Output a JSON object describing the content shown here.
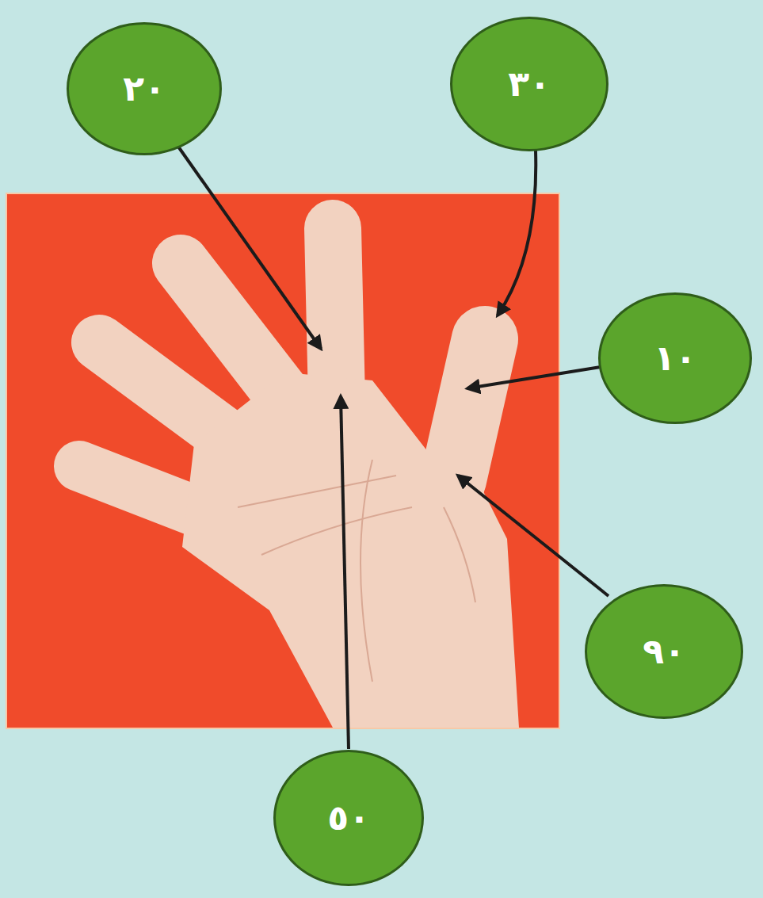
{
  "diagram": {
    "nodes": [
      {
        "text": [
          "٢٠"
        ]
      },
      {
        "text": [
          "٣٠"
        ]
      },
      {
        "text": [
          "١٠"
        ]
      },
      {
        "text": [
          "٩٠"
        ]
      },
      {
        "text": [
          "٥٠"
        ]
      }
    ]
  }
}
